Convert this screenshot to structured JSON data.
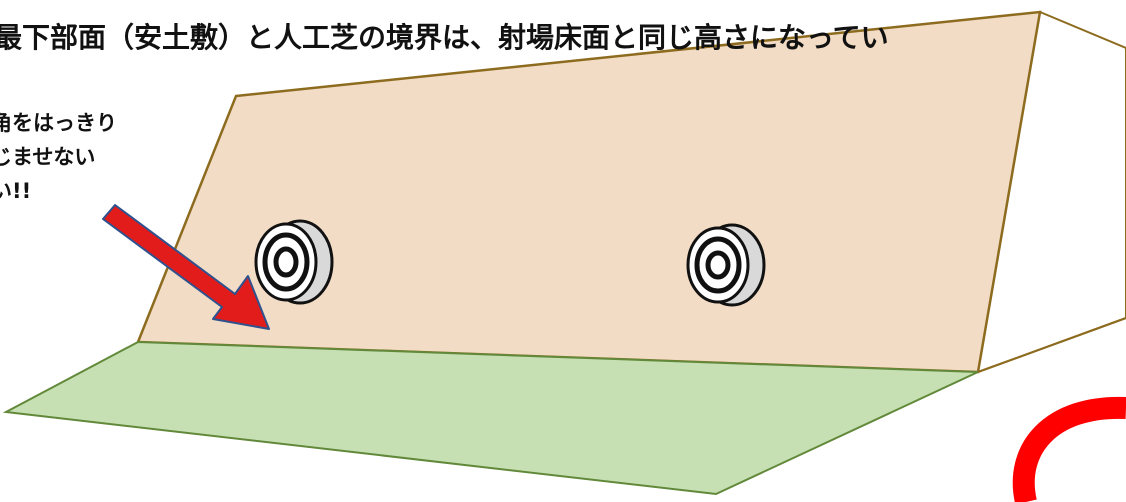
{
  "headline": "の最下部面（安土敷）と人工芝の境界は、射場床面と同じ高さになってい",
  "note": {
    "lines": [
      "の角をはっきり",
      "にじませない",
      "さい!!"
    ]
  },
  "colors": {
    "backboard_fill": "#f2dcc5",
    "backboard_stroke": "#8d6b1f",
    "turf_fill": "#c6e0b4",
    "turf_stroke": "#62893a",
    "arrow": "#e21b1b",
    "circle_marker": "#ff0000"
  },
  "icons": [
    "target-peg-icon",
    "target-peg-icon",
    "red-arrow-icon",
    "red-circle-marker"
  ]
}
